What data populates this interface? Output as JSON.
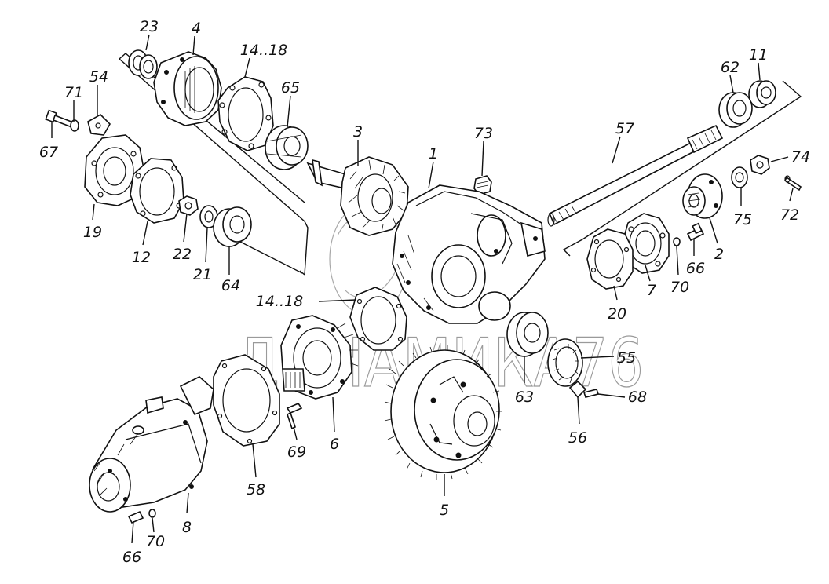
{
  "watermark": "ДИНАМИКА76",
  "callouts": [
    {
      "id": "c-23",
      "text": "23"
    },
    {
      "id": "c-4",
      "text": "4"
    },
    {
      "id": "c-14-18-top",
      "text": "14..18"
    },
    {
      "id": "c-54",
      "text": "54"
    },
    {
      "id": "c-71",
      "text": "71"
    },
    {
      "id": "c-67",
      "text": "67"
    },
    {
      "id": "c-19",
      "text": "19"
    },
    {
      "id": "c-12",
      "text": "12"
    },
    {
      "id": "c-22",
      "text": "22"
    },
    {
      "id": "c-21",
      "text": "21"
    },
    {
      "id": "c-64",
      "text": "64"
    },
    {
      "id": "c-65",
      "text": "65"
    },
    {
      "id": "c-3",
      "text": "3"
    },
    {
      "id": "c-1",
      "text": "1"
    },
    {
      "id": "c-73",
      "text": "73"
    },
    {
      "id": "c-57",
      "text": "57"
    },
    {
      "id": "c-62",
      "text": "62"
    },
    {
      "id": "c-11",
      "text": "11"
    },
    {
      "id": "c-74",
      "text": "74"
    },
    {
      "id": "c-72",
      "text": "72"
    },
    {
      "id": "c-75",
      "text": "75"
    },
    {
      "id": "c-2",
      "text": "2"
    },
    {
      "id": "c-66-right",
      "text": "66"
    },
    {
      "id": "c-70-right",
      "text": "70"
    },
    {
      "id": "c-7",
      "text": "7"
    },
    {
      "id": "c-20",
      "text": "20"
    },
    {
      "id": "c-14-18-mid",
      "text": "14..18"
    },
    {
      "id": "c-55",
      "text": "55"
    },
    {
      "id": "c-63",
      "text": "63"
    },
    {
      "id": "c-68",
      "text": "68"
    },
    {
      "id": "c-56",
      "text": "56"
    },
    {
      "id": "c-5",
      "text": "5"
    },
    {
      "id": "c-6",
      "text": "6"
    },
    {
      "id": "c-69",
      "text": "69"
    },
    {
      "id": "c-58",
      "text": "58"
    },
    {
      "id": "c-8",
      "text": "8"
    },
    {
      "id": "c-70-left",
      "text": "70"
    },
    {
      "id": "c-66-left",
      "text": "66"
    }
  ]
}
